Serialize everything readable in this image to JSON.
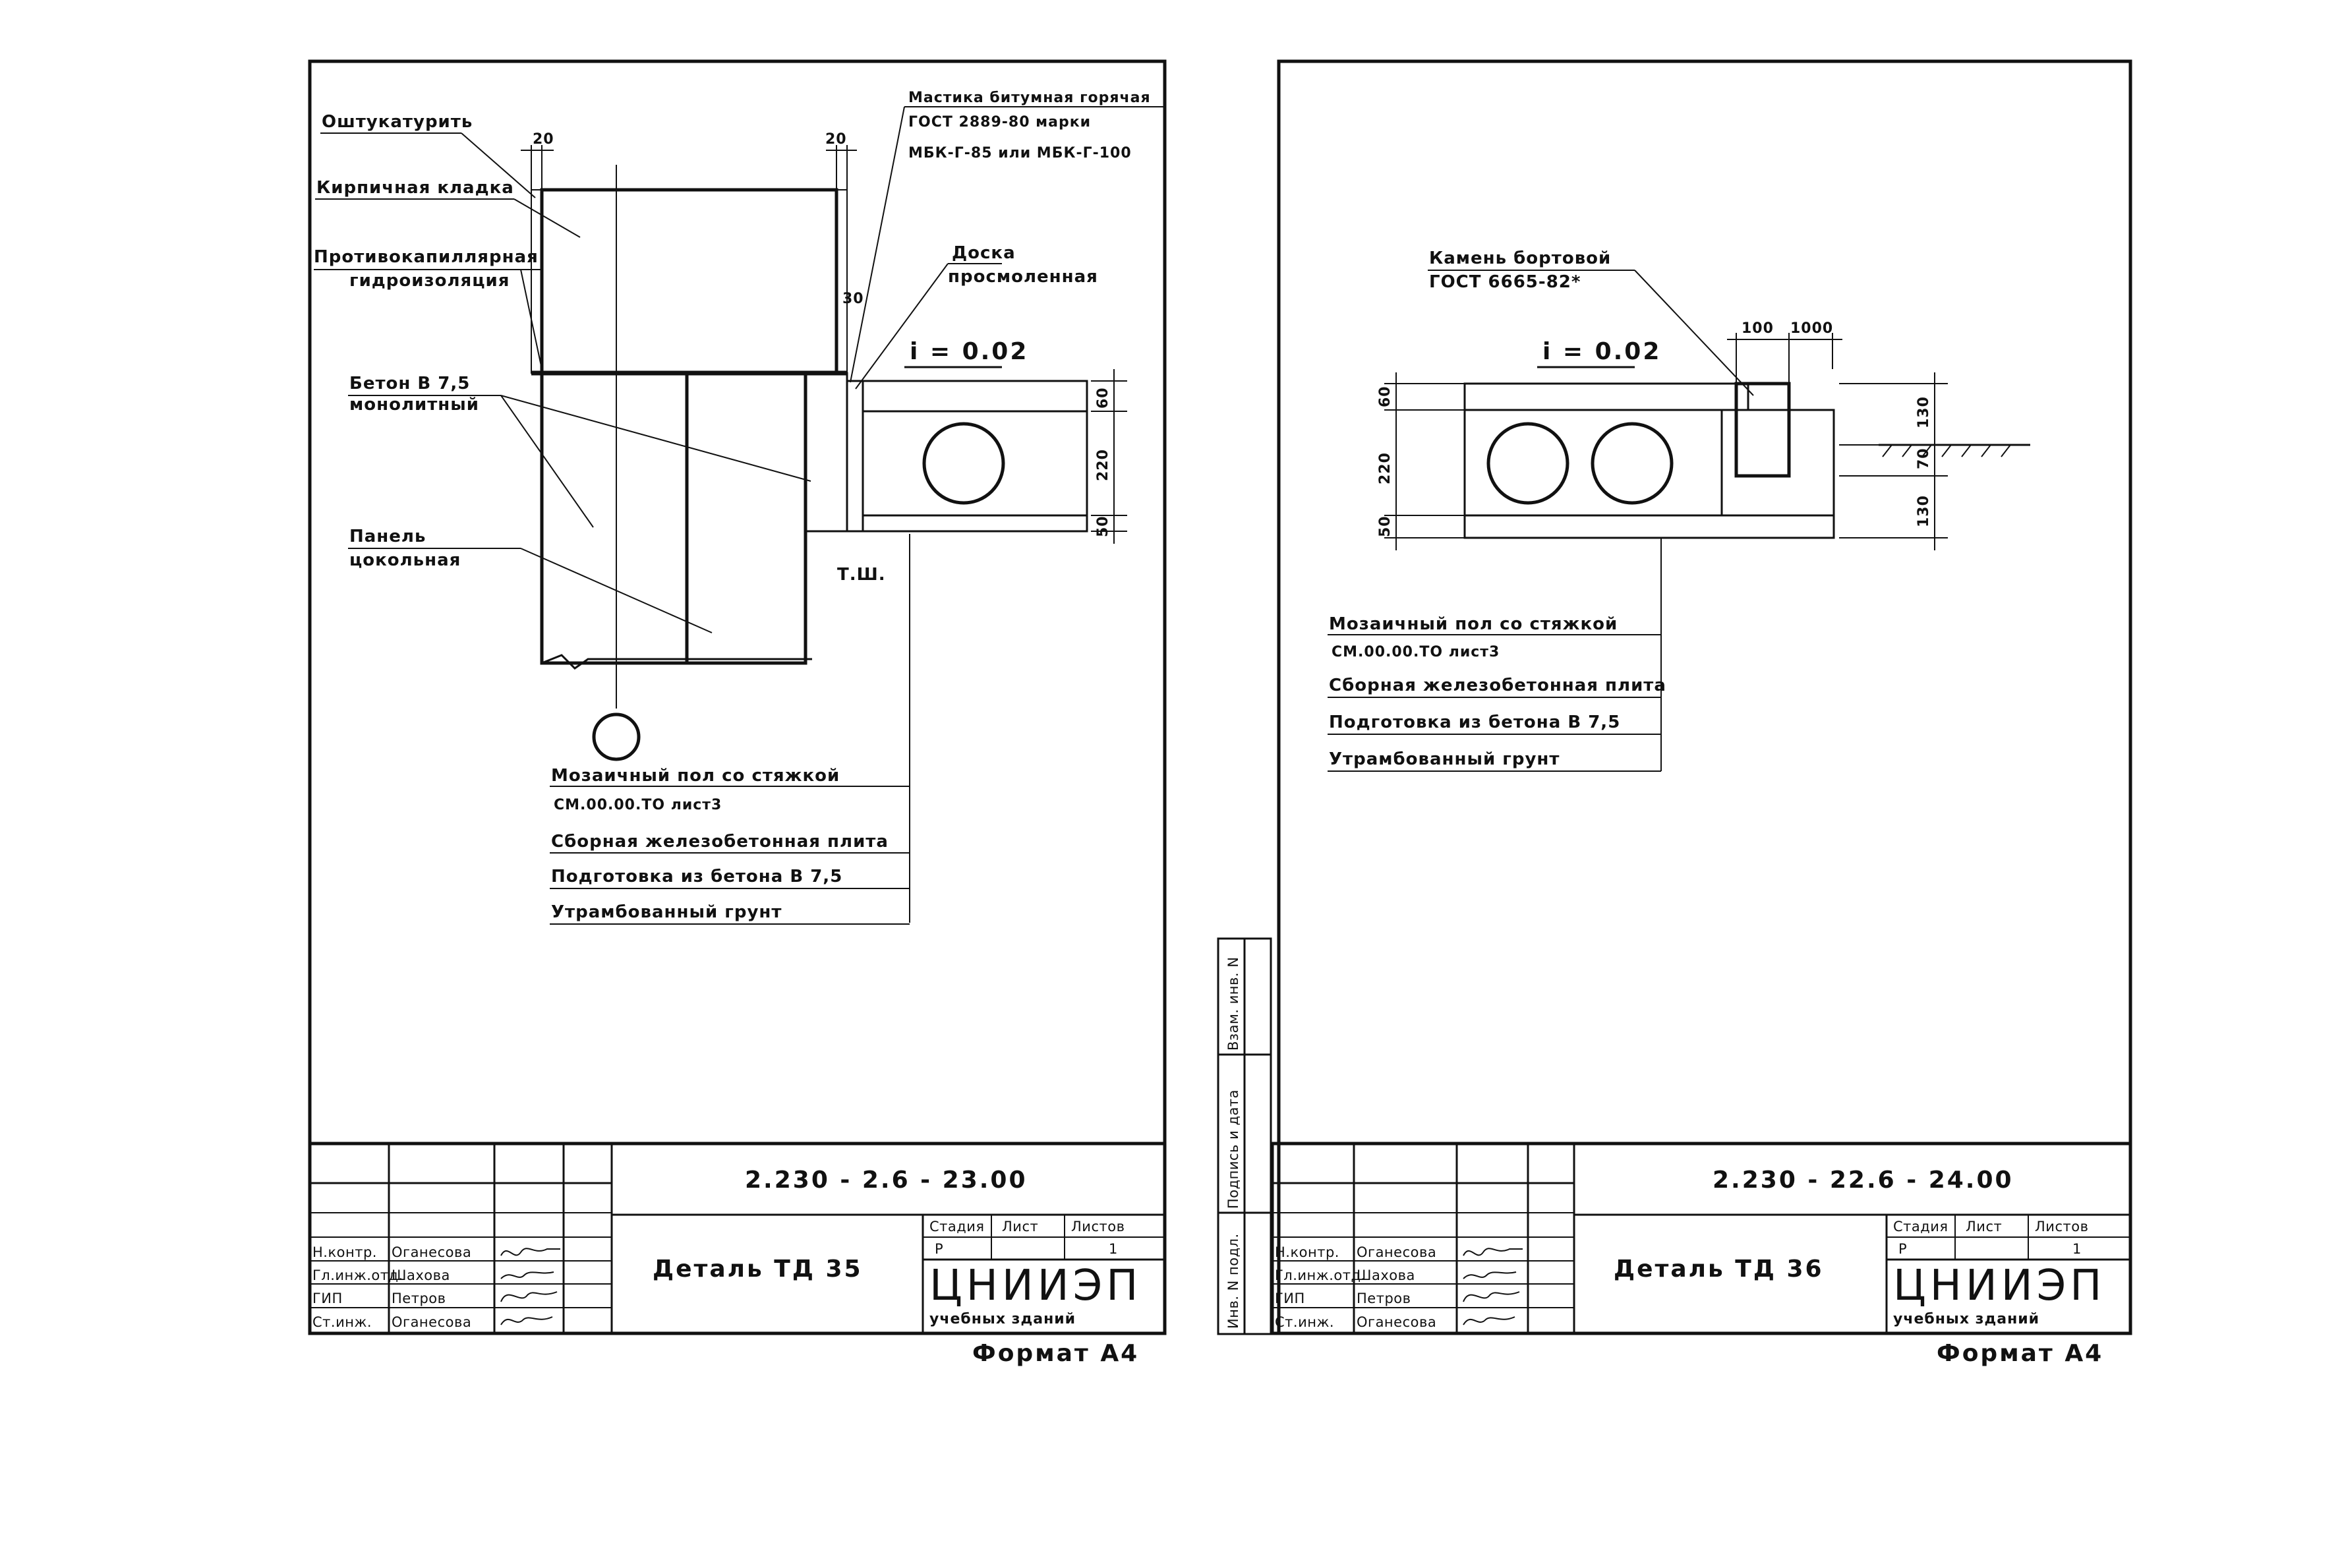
{
  "sheet1": {
    "leaders": {
      "plaster": "Оштукатурить",
      "masonry": "Кирпичная кладка",
      "capillary_1": "Противокапиллярная",
      "capillary_2": "гидроизоляция",
      "concrete_1": "Бетон В 7,5",
      "concrete_2": "монолитный",
      "panel_1": "Панель",
      "panel_2": "цокольная",
      "mastic_1": "Мастика битумная горячая",
      "mastic_2": "ГОСТ 2889-80 марки",
      "mastic_3": "МБК-Г-85 или МБК-Г-100",
      "board_1": "Доска",
      "board_2": "просмоленная",
      "slope": "i = 0.02",
      "joint": "Т.Ш."
    },
    "dims": {
      "d20a": "20",
      "d20b": "20",
      "d30": "30",
      "d60": "60",
      "d220": "220",
      "d50": "50"
    },
    "layers": [
      "Мозаичный пол со стяжкой",
      "СМ.00.00.ТО лист3",
      "Сборная железобетонная плита",
      "Подготовка из бетона В 7,5",
      "Утрамбованный грунт"
    ],
    "title_block": {
      "doc_number": "2.230 - 2.6 - 23.00",
      "title": "Деталь ТД 35",
      "stage_h": "Стадия",
      "sheet_h": "Лист",
      "sheets_h": "Листов",
      "stage": "Р",
      "sheet": "",
      "sheets": "1",
      "org": "ЦНИИЭП",
      "org_sub": "учебных зданий",
      "roles": [
        {
          "role": "Н.контр.",
          "name": "Оганесова",
          "sign": "Bl.ah"
        },
        {
          "role": "Гл.инж.отд.",
          "name": "Шахова",
          "sign": "Шах"
        },
        {
          "role": "ГИП",
          "name": "Петров",
          "sign": "Петр"
        },
        {
          "role": "Ст.инж.",
          "name": "Оганесова",
          "sign": "O.ah"
        }
      ]
    },
    "format": "Формат А4"
  },
  "sheet2": {
    "leaders": {
      "curb_1": "Камень бортовой",
      "curb_2": "ГОСТ 6665-82*",
      "slope": "i = 0.02"
    },
    "dims": {
      "d100": "100",
      "d1000": "1000",
      "d60": "60",
      "d220": "220",
      "d50": "50",
      "d130a": "130",
      "d70": "70",
      "d130b": "130"
    },
    "layers": [
      "Мозаичный пол со стяжкой",
      "СМ.00.00.ТО лист3",
      "Сборная железобетонная плита",
      "Подготовка из бетона В 7,5",
      "Утрамбованный грунт"
    ],
    "side_stamp": [
      "Инв. N подл.",
      "Подпись и дата",
      "Взам. инв. N"
    ],
    "title_block": {
      "doc_number": "2.230 - 22.6 - 24.00",
      "title": "Деталь ТД 36",
      "stage_h": "Стадия",
      "sheet_h": "Лист",
      "sheets_h": "Листов",
      "stage": "Р",
      "sheet": "",
      "sheets": "1",
      "org": "ЦНИИЭП",
      "org_sub": "учебных зданий",
      "roles": [
        {
          "role": "Н.контр.",
          "name": "Оганесова",
          "sign": "Bl.ch"
        },
        {
          "role": "Гл.инж.отд.",
          "name": "Шахова",
          "sign": "Шах"
        },
        {
          "role": "ГИП",
          "name": "Петров",
          "sign": "Петр"
        },
        {
          "role": "Ст.инж.",
          "name": "Оганесова",
          "sign": "O.ah"
        }
      ]
    },
    "format": "Формат А4"
  }
}
